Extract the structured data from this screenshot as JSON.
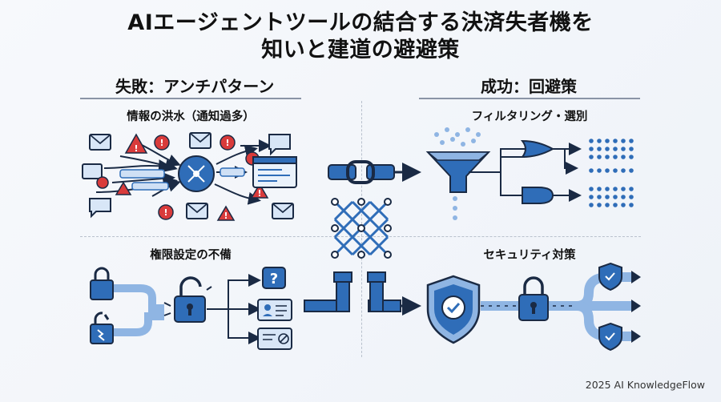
{
  "title": {
    "line1": "AIエージェントツールの結合する決済失者機を",
    "line2": "知いと建道の避避策"
  },
  "left": {
    "heading": "失敗：アンチパターン",
    "top_label": "情報の洪水（通知過多）",
    "bottom_label": "権限設定の不備"
  },
  "right": {
    "heading": "成功：回避策",
    "top_label": "フィルタリング・選別",
    "bottom_label": "セキュリティ対策"
  },
  "footer": "2025 AI KnowledgeFlow",
  "colors": {
    "blue": "#2f6db8",
    "dark": "#1a2a44",
    "red": "#d93b3b",
    "light_blue": "#cfe0f5"
  }
}
